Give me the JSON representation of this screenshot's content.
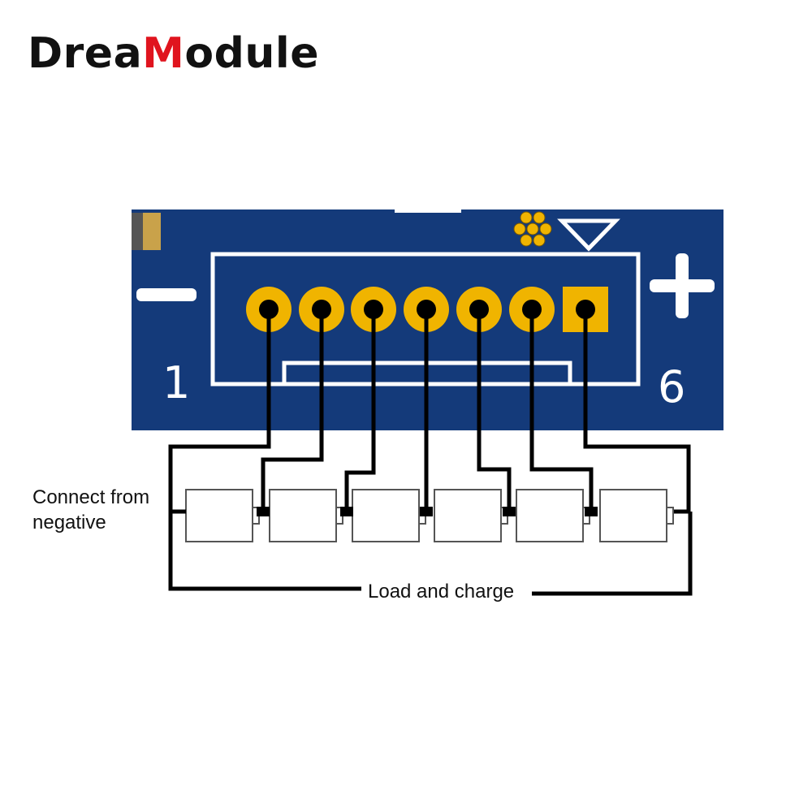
{
  "brand": {
    "prefix": "Drea",
    "accent_letter": "M",
    "suffix": "odule",
    "accent_color": "#e0141e"
  },
  "pcb": {
    "board_color": "#143a7a",
    "pad_color": "#f0b400",
    "minus_symbol": "minus-sign",
    "plus_symbol": "plus-sign",
    "pin_start_label": "1",
    "pin_end_label": "6",
    "pad_count": 7
  },
  "labels": {
    "connect_line1": "Connect from",
    "connect_line2": "negative",
    "load_charge": "Load and charge"
  },
  "cells": {
    "count": 6
  }
}
